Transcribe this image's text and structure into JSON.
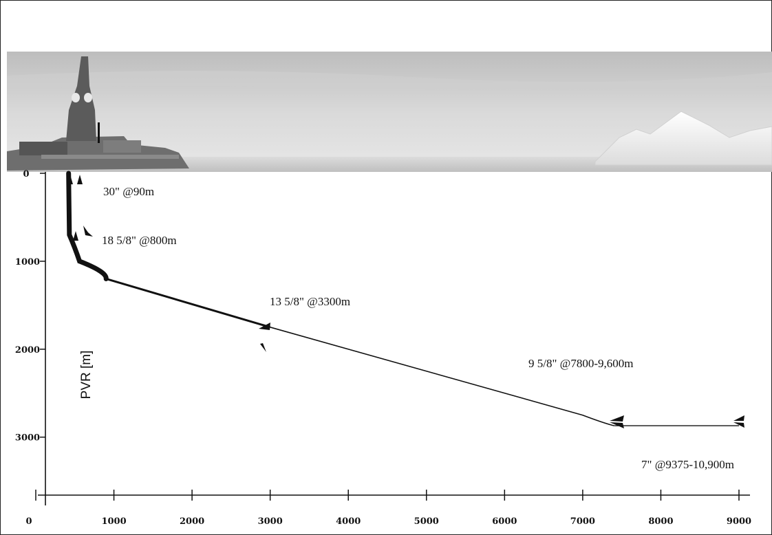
{
  "diagram": {
    "ylabel": "PVR [m]",
    "x_ticks": [
      "0",
      "1000",
      "2000",
      "3000",
      "4000",
      "5000",
      "6000",
      "7000",
      "8000",
      "9000"
    ],
    "x_tick_values": [
      0,
      1000,
      2000,
      3000,
      4000,
      5000,
      6000,
      7000,
      8000,
      9000
    ],
    "y_ticks": [
      "0",
      "1000",
      "2000",
      "3000"
    ],
    "y_tick_values": [
      0,
      1000,
      2000,
      3000
    ],
    "xlim": [
      0,
      9000
    ],
    "ylim": [
      0,
      3800
    ],
    "well_path_points": [
      [
        420,
        0
      ],
      [
        430,
        700
      ],
      [
        560,
        1000
      ],
      [
        900,
        1200
      ],
      [
        3000,
        1750
      ],
      [
        5000,
        2250
      ],
      [
        7000,
        2750
      ],
      [
        7400,
        2870
      ]
    ],
    "horizontal_section": [
      [
        7400,
        2870
      ],
      [
        9000,
        2870
      ]
    ],
    "casings": [
      {
        "label": "30\" @90m",
        "md": 90,
        "shoe_x": 430,
        "shoe_y": 90
      },
      {
        "label": "18 5/8\" @800m",
        "md": 800,
        "shoe_x": 460,
        "shoe_y": 800
      },
      {
        "label": "13 5/8\" @3300m",
        "md": 3300,
        "shoe_x": 2920,
        "shoe_y": 1720
      },
      {
        "label": "9 5/8\" @7800-9,600m",
        "md": 7800,
        "shoe_x": 7400,
        "shoe_y": 2870
      },
      {
        "label": "7\" @9375-10,900m",
        "md": 10900,
        "shoe_x": 9000,
        "shoe_y": 2870
      }
    ],
    "colors": {
      "line": "#111111",
      "sky_top": "#c9c9c9",
      "sky_bottom": "#e6e6e6",
      "platform": "#5a5a5a",
      "ice": "#f0f0f0"
    }
  }
}
